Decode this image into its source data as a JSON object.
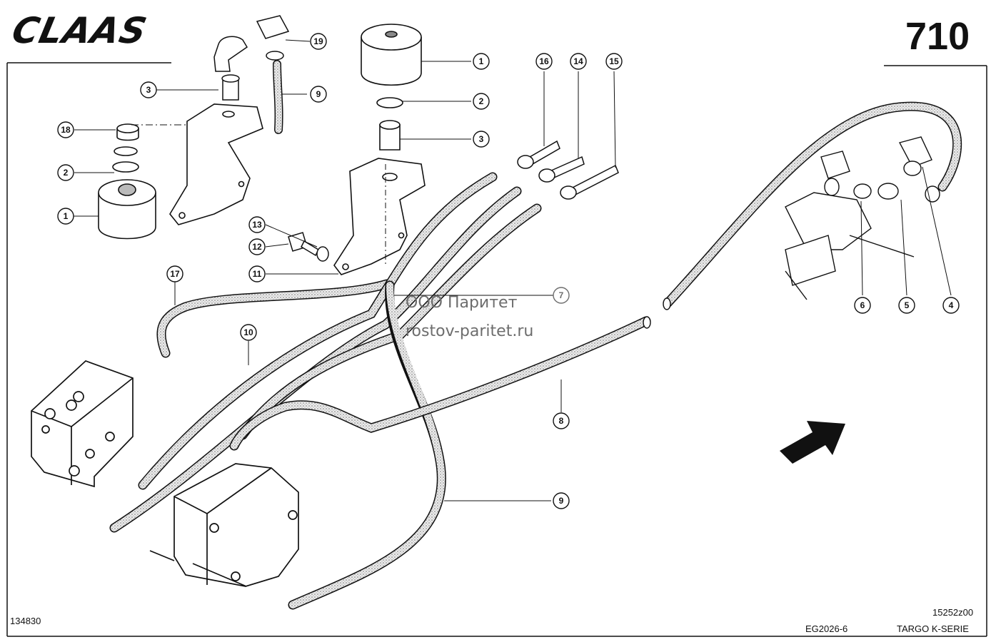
{
  "header": {
    "brand": "CLAAS",
    "page_number": "710"
  },
  "watermark": {
    "company": "ООО Паритет",
    "site": "rostov-paritet.ru"
  },
  "footer": {
    "drawing_id": "134830",
    "figure_code": "15252z00",
    "group_code": "EG2026-6",
    "model": "TARGO K-SERIE"
  },
  "callouts": [
    "1",
    "1",
    "2",
    "2",
    "3",
    "3",
    "4",
    "5",
    "6",
    "7",
    "8",
    "9",
    "9",
    "10",
    "11",
    "12",
    "13",
    "14",
    "15",
    "16",
    "17",
    "18",
    "19"
  ],
  "icons": {
    "direction": "arrow-up-right-icon"
  },
  "colors": {
    "line": "#111111",
    "hose_fill": "#cfcfcf",
    "watermark": "#6d6d6d"
  }
}
